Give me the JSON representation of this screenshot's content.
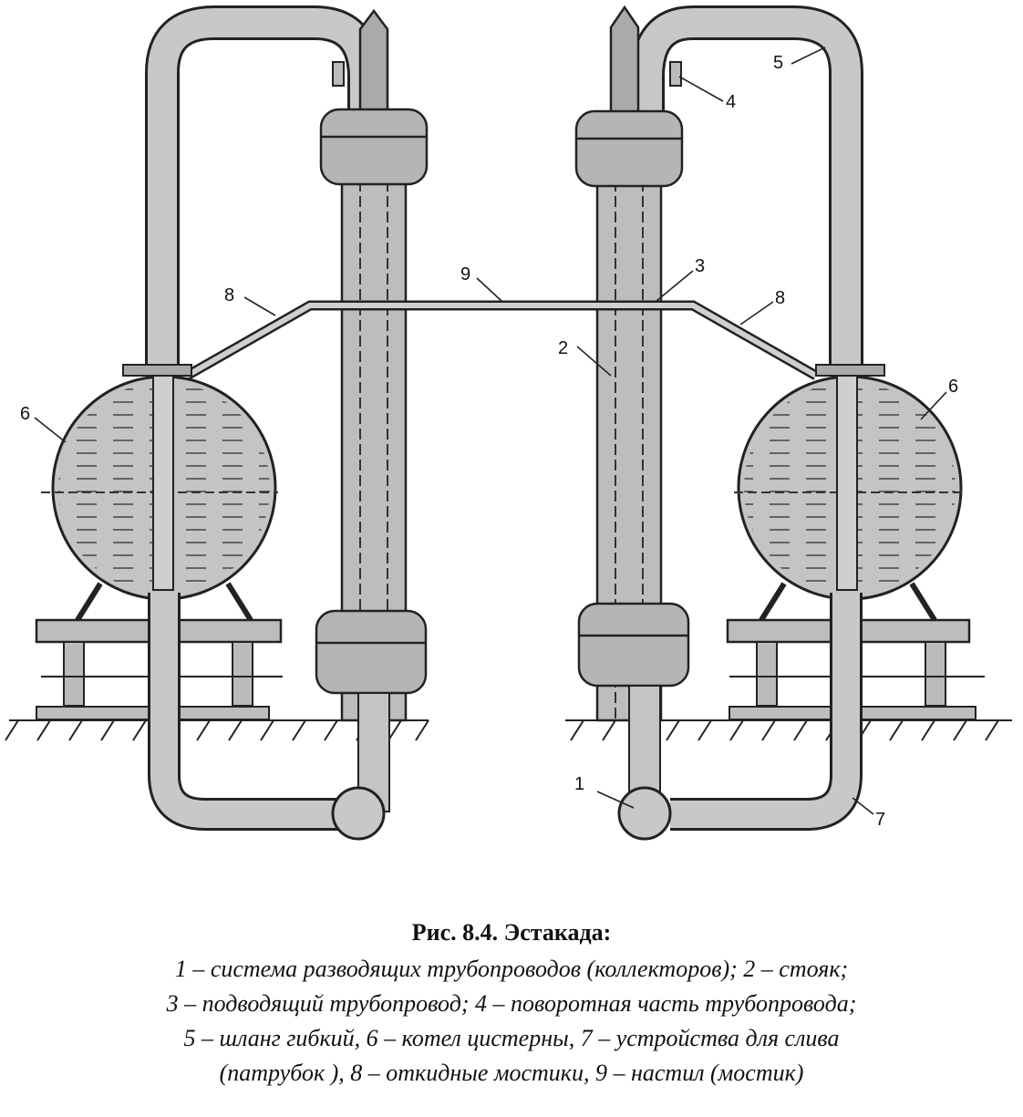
{
  "labels": {
    "l1": "1",
    "l2": "2",
    "l3": "3",
    "l4": "4",
    "l5": "5",
    "l6_left": "6",
    "l6_right": "6",
    "l7": "7",
    "l8_left": "8",
    "l8_right": "8",
    "l9": "9"
  },
  "caption": {
    "title": "Рис. 8.4. Эстакада:",
    "lines": [
      "1 – система разводящих трубопроводов (коллекторов); 2 – стояк;",
      "3 – подводящий трубопровод; 4 –  поворотная часть трубопровода;",
      "5 – шланг гибкий, 6 – котел цистерны, 7 – устройства для слива",
      "(патрубок ), 8 – откидные мостики, 9 – настил (мостик)"
    ]
  }
}
